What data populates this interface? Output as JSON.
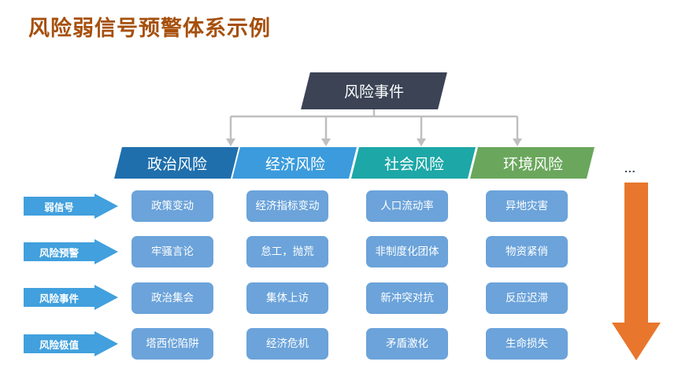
{
  "slide": {
    "title": "风险弱信号预警体系示例",
    "title_color": "#a6500d",
    "background": "#ffffff"
  },
  "root_node": {
    "label": "风险事件",
    "color": "#3b4355",
    "shape": "parallelogram"
  },
  "connector": {
    "color": "#bfbfbf",
    "style": "orthogonal-with-arrowheads"
  },
  "categories": [
    {
      "label": "政治风险",
      "color": "#1f6fad"
    },
    {
      "label": "经济风险",
      "color": "#3b9bdc"
    },
    {
      "label": "社会风险",
      "color": "#1da7a7"
    },
    {
      "label": "环境风险",
      "color": "#6aa75c"
    }
  ],
  "row_labels": [
    {
      "label": "弱信号",
      "color": "#41a0dd"
    },
    {
      "label": "风险预警",
      "color": "#41a0dd"
    },
    {
      "label": "风险事件",
      "color": "#41a0dd"
    },
    {
      "label": "风险极值",
      "color": "#41a0dd"
    }
  ],
  "matrix": {
    "cell_color": "#6ba3da",
    "rows": [
      {
        "row_label": "弱信号",
        "cells": [
          "政策变动",
          "经济指标变动",
          "人口流动率",
          "异地灾害"
        ]
      },
      {
        "row_label": "风险预警",
        "cells": [
          "牢骚言论",
          "怠工，抛荒",
          "非制度化团体",
          "物资紧俏"
        ]
      },
      {
        "row_label": "风险事件",
        "cells": [
          "政治集会",
          "集体上访",
          "新冲突对抗",
          "反应迟滞"
        ]
      },
      {
        "row_label": "风险极值",
        "cells": [
          "塔西佗陷阱",
          "经济危机",
          "矛盾激化",
          "生命损失"
        ]
      }
    ]
  },
  "ellipsis": {
    "label": "..."
  },
  "escalation_arrow": {
    "direction": "down",
    "color": "#e8762c"
  }
}
